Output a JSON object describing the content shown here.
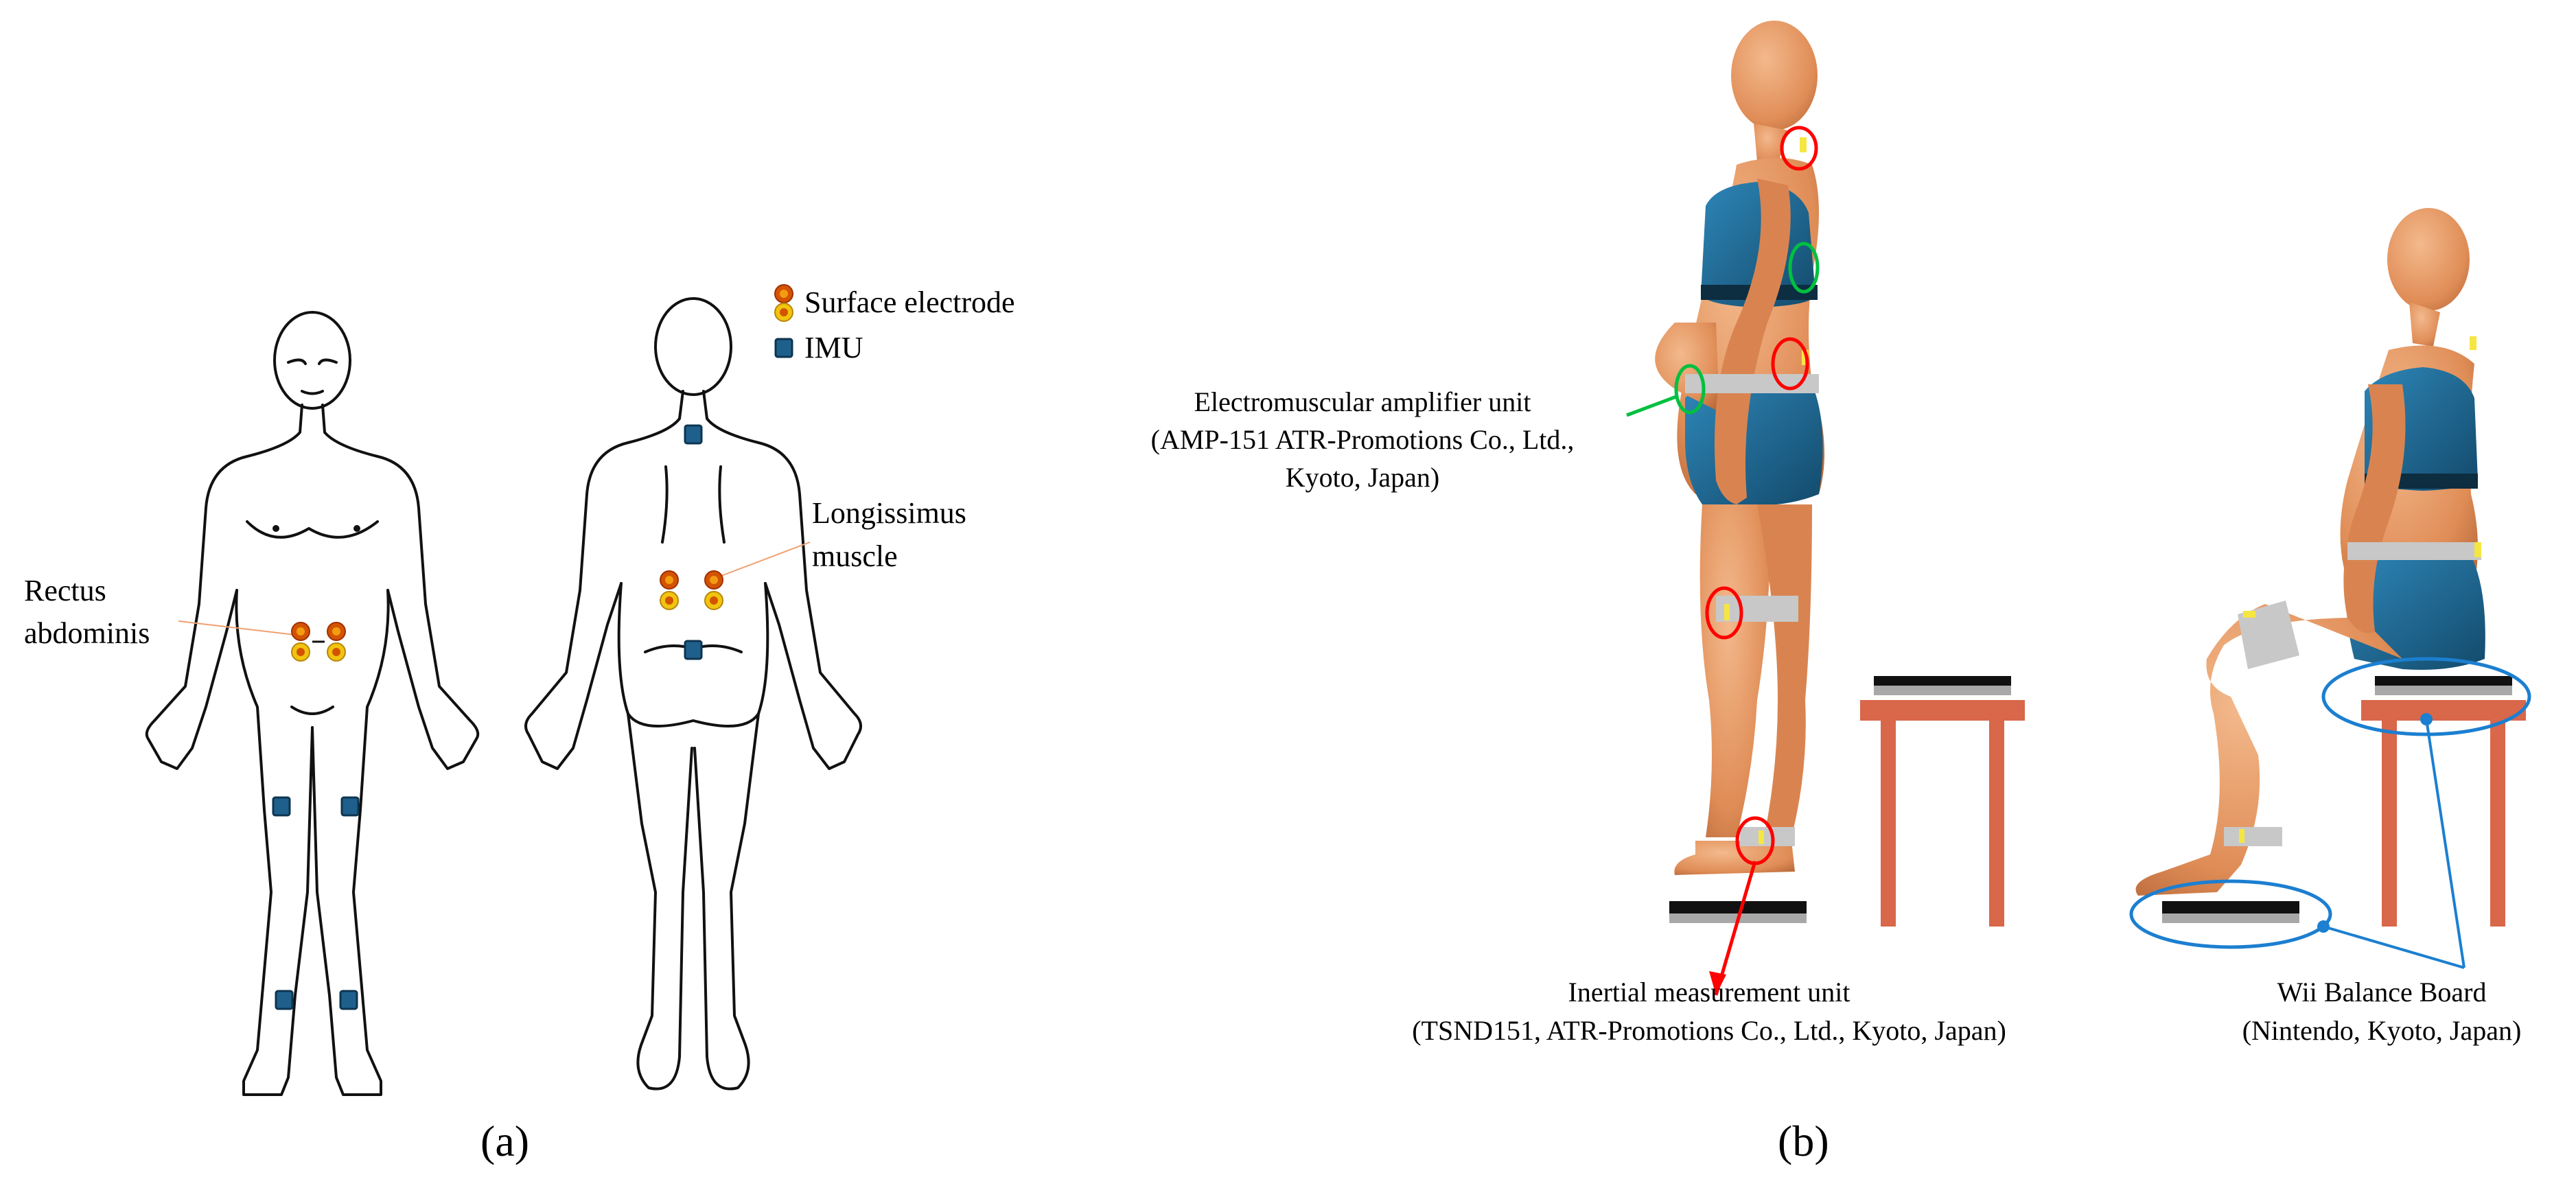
{
  "panel_a": {
    "legend": {
      "electrode_label": "Surface electrode",
      "imu_label": "IMU"
    },
    "rectus_label": [
      "Rectus",
      "abdominis"
    ],
    "longissimus_label": [
      "Longissimus",
      "muscle"
    ],
    "caption": "(a)"
  },
  "panel_b": {
    "emg_unit_label": [
      "Electromuscular amplifier unit",
      "(AMP-151 ATR-Promotions Co., Ltd.,",
      "Kyoto, Japan)"
    ],
    "imu_label": [
      "Inertial measurement unit",
      "(TSND151, ATR-Promotions Co., Ltd., Kyoto, Japan)"
    ],
    "wii_label": [
      "Wii Balance Board",
      "(Nintendo, Kyoto, Japan)"
    ],
    "caption": "(b)"
  },
  "colors": {
    "electrode_outer": "#d35400",
    "electrode_inner": "#f1c40f",
    "imu": "#1f5f8b",
    "imu_callout": "#ff0000",
    "emg_callout": "#00c040",
    "wii_callout": "#1c7fd0",
    "stool": "#d9674a",
    "skin": "#e59b6a",
    "garment": "#1d6b95"
  }
}
